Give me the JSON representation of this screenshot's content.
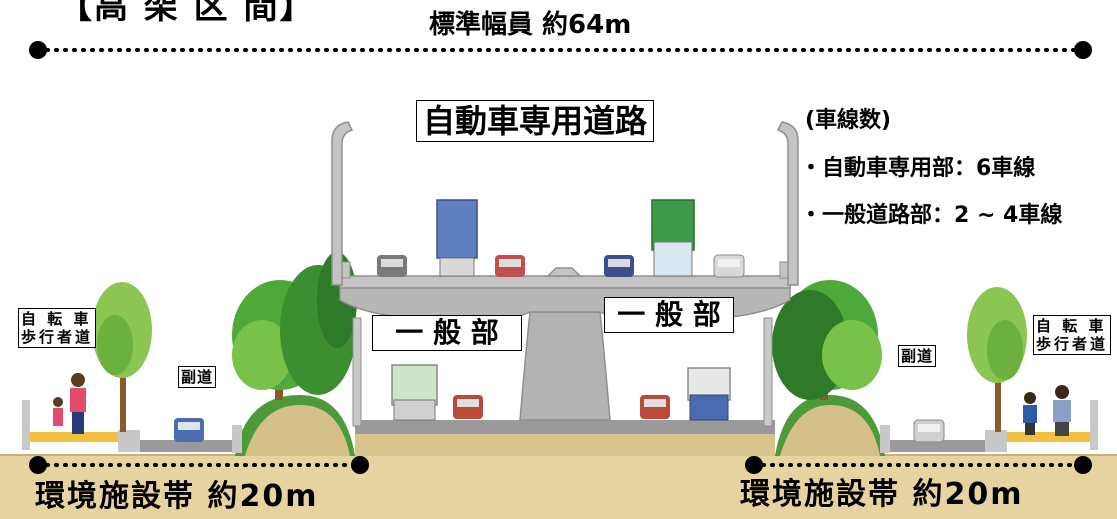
{
  "header": {
    "section_label": "【高 架 区 間】",
    "standard_width": "標準幅員  約64m"
  },
  "labels": {
    "expressway": "自動車専用道路",
    "general_left": "一 般 部",
    "general_right": "一 般 部",
    "frontage_left": "副道",
    "frontage_right": "副道",
    "bike_ped_left_1": "自 転 車",
    "bike_ped_left_2": "歩行者道",
    "bike_ped_right_1": "自 転 車",
    "bike_ped_right_2": "歩行者道"
  },
  "lanes": {
    "heading": "(車線数)",
    "expressway": "・自動車専用部：6車線",
    "general": "・一般道路部：2 ~ 4車線"
  },
  "environment": {
    "left": "環境施設帯   約20m",
    "right": "環境施設帯   約20m"
  },
  "colors": {
    "concrete": "#b7b7b7",
    "concrete_dark": "#8f8f8f",
    "ground": "#e2cf9a",
    "tree_green": "#4ea83a",
    "tree_light": "#8ccc52",
    "dot_line": "#000000"
  }
}
